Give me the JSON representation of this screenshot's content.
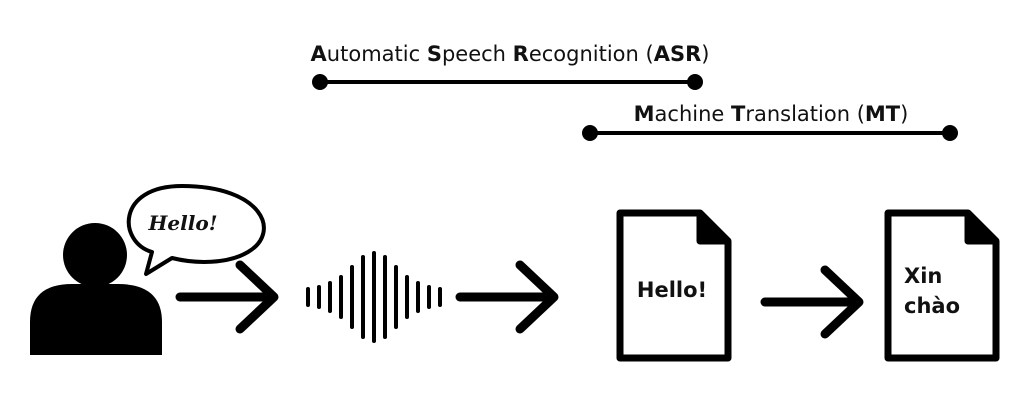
{
  "phases": {
    "asr": {
      "segments": [
        {
          "text": "A",
          "bold": true
        },
        {
          "text": "utomatic ",
          "bold": false
        },
        {
          "text": "S",
          "bold": true
        },
        {
          "text": "peech ",
          "bold": false
        },
        {
          "text": "R",
          "bold": true
        },
        {
          "text": "ecognition (",
          "bold": false
        },
        {
          "text": "ASR",
          "bold": true
        },
        {
          "text": ")",
          "bold": false
        }
      ]
    },
    "mt": {
      "segments": [
        {
          "text": "M",
          "bold": true
        },
        {
          "text": "achine ",
          "bold": false
        },
        {
          "text": "T",
          "bold": true
        },
        {
          "text": "ranslation (",
          "bold": false
        },
        {
          "text": "MT",
          "bold": true
        },
        {
          "text": ")",
          "bold": false
        }
      ]
    }
  },
  "speech_bubble": {
    "text": "Hello!"
  },
  "source_document": {
    "lines": [
      "Hello!"
    ]
  },
  "target_document": {
    "lines": [
      "Xin",
      "chào"
    ]
  },
  "icons": [
    "person-icon",
    "speech-bubble-icon",
    "arrow-icon",
    "sound-wave-icon",
    "document-icon"
  ],
  "colors": {
    "ink": "#000000",
    "background": "#ffffff"
  }
}
